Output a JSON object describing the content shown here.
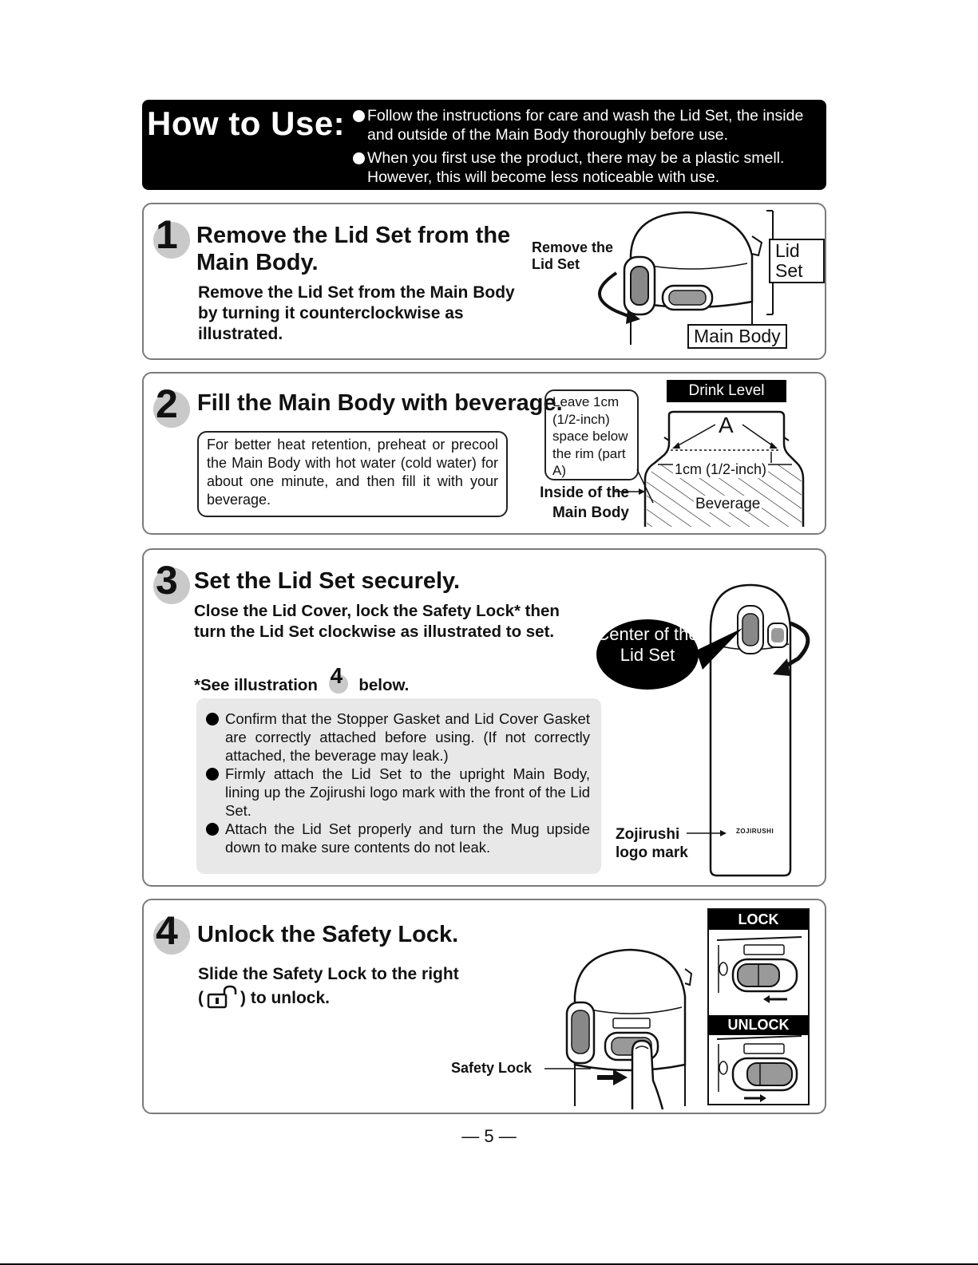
{
  "header": {
    "title": "How to Use:",
    "bullets": [
      "Follow the instructions for care and wash the Lid Set, the inside and outside of the Main Body thoroughly before use.",
      "When you first use the product, there may be a plastic smell. However, this will become less noticeable with use."
    ]
  },
  "step1": {
    "number": "1",
    "heading": "Remove the Lid Set from the Main Body.",
    "text": "Remove the Lid Set from the Main Body by turning it counterclockwise as illustrated.",
    "label_remove": "Remove the Lid Set",
    "label_lidset": "Lid Set",
    "label_mainbody": "Main Body"
  },
  "step2": {
    "number": "2",
    "heading": "Fill the Main Body with beverage.",
    "note": "For better heat retention, preheat or precool the Main Body with hot water (cold water) for about one minute, and then fill it with your beverage.",
    "callout": "Leave 1cm (1/2-inch) space below the rim (part A)",
    "label_inside": "Inside of the Main Body",
    "label_drink_level": "Drink Level",
    "label_a": "A",
    "label_gap": "1cm (1/2-inch)",
    "label_beverage": "Beverage"
  },
  "step3": {
    "number": "3",
    "heading": "Set the Lid Set securely.",
    "text": "Close the Lid Cover, lock the Safety Lock* then turn the Lid Set clockwise as illustrated to set.",
    "see_prefix": "*See illustration",
    "see_ref": "4",
    "see_suffix": "below.",
    "bullets": [
      "Confirm that the Stopper Gasket and Lid Cover Gasket are correctly attached before using. (If not correctly attached, the beverage may leak.)",
      "Firmly attach the Lid Set to the upright Main Body, lining up the Zojirushi logo mark with the front of the Lid Set.",
      "Attach the Lid Set properly and turn the Mug upside down to make sure contents do not leak."
    ],
    "oval_label": "Center of the Lid Set",
    "label_logo": "Zojirushi logo mark",
    "logo_text": "ZOJIRUSHI"
  },
  "step4": {
    "number": "4",
    "heading": "Unlock the Safety Lock.",
    "text_line1": "Slide the Safety Lock to the right",
    "text_open": "(",
    "text_line2_suffix": ") to unlock.",
    "label_safety_lock": "Safety Lock",
    "label_lock": "LOCK",
    "label_unlock": "UNLOCK"
  },
  "footer": {
    "page": "— 5 —"
  }
}
